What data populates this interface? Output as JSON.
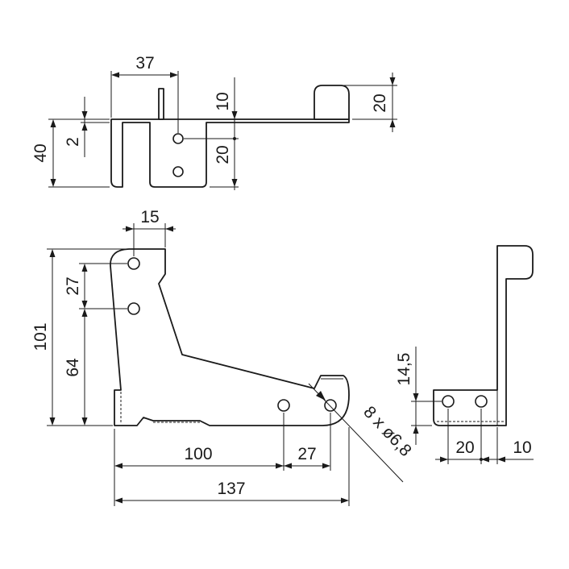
{
  "drawing": {
    "top_view": {
      "width_dim": "37",
      "tab_height_dim": "10",
      "slot_height_dim": "20",
      "hook_height_dim": "20",
      "total_height_dim": "40",
      "thickness_dim": "2"
    },
    "front_view": {
      "top_width_dim": "15",
      "hole_spacing_dim": "27",
      "lower_hole_height_dim": "64",
      "total_height_dim": "101",
      "hole_offset_dim": "100",
      "hole_spacing_right_dim": "27",
      "total_length_dim": "137",
      "hole_callout": "8 x ø6,8"
    },
    "side_view": {
      "hole_height_dim": "14,5",
      "hole_spacing_dim": "20",
      "edge_offset_dim": "10"
    }
  }
}
